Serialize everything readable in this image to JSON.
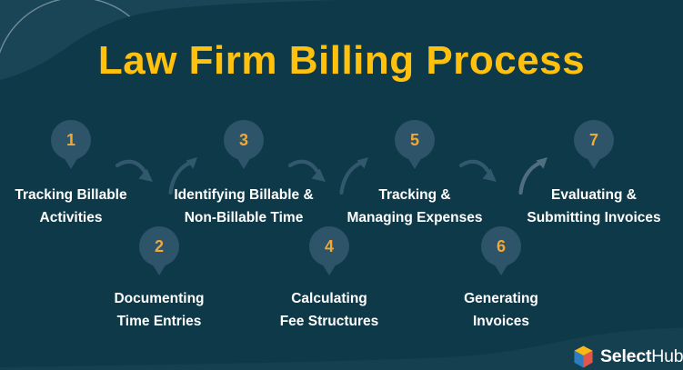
{
  "title": "Law Firm Billing Process",
  "steps": [
    {
      "number": "1",
      "line1": "Tracking Billable",
      "line2": "Activities"
    },
    {
      "number": "2",
      "line1": "Documenting",
      "line2": "Time Entries"
    },
    {
      "number": "3",
      "line1": "Identifying Billable &",
      "line2": "Non-Billable Time"
    },
    {
      "number": "4",
      "line1": "Calculating",
      "line2": "Fee Structures"
    },
    {
      "number": "5",
      "line1": "Tracking &",
      "line2": "Managing Expenses"
    },
    {
      "number": "6",
      "line1": "Generating",
      "line2": "Invoices"
    },
    {
      "number": "7",
      "line1": "Evaluating &",
      "line2": "Submitting Invoices"
    }
  ],
  "arrows": [
    {
      "name": "arrow-step1-to-step2-icon",
      "direction": "down"
    },
    {
      "name": "arrow-step2-to-step3-icon",
      "direction": "up"
    },
    {
      "name": "arrow-step3-to-step4-icon",
      "direction": "down"
    },
    {
      "name": "arrow-step4-to-step5-icon",
      "direction": "up"
    },
    {
      "name": "arrow-step5-to-step6-icon",
      "direction": "down"
    },
    {
      "name": "arrow-step6-to-step7-icon",
      "direction": "up"
    }
  ],
  "footer": {
    "brand_bold": "Select",
    "brand_regular": "Hub",
    "icon": "selecthub-cube-icon"
  },
  "colors": {
    "background": "#0e3949",
    "corner_blob": "#1a4556",
    "bottom_wave": "#15404f",
    "pin": "#2d5469",
    "arrow": "#32586d",
    "arrow_light": "#4f6f7f",
    "title": "#ffc10e",
    "step_number": "#f0a838",
    "step_text": "#ffffff",
    "cube_top": "#fdb913",
    "cube_right": "#e2574c",
    "cube_left": "#2d7dc1"
  }
}
